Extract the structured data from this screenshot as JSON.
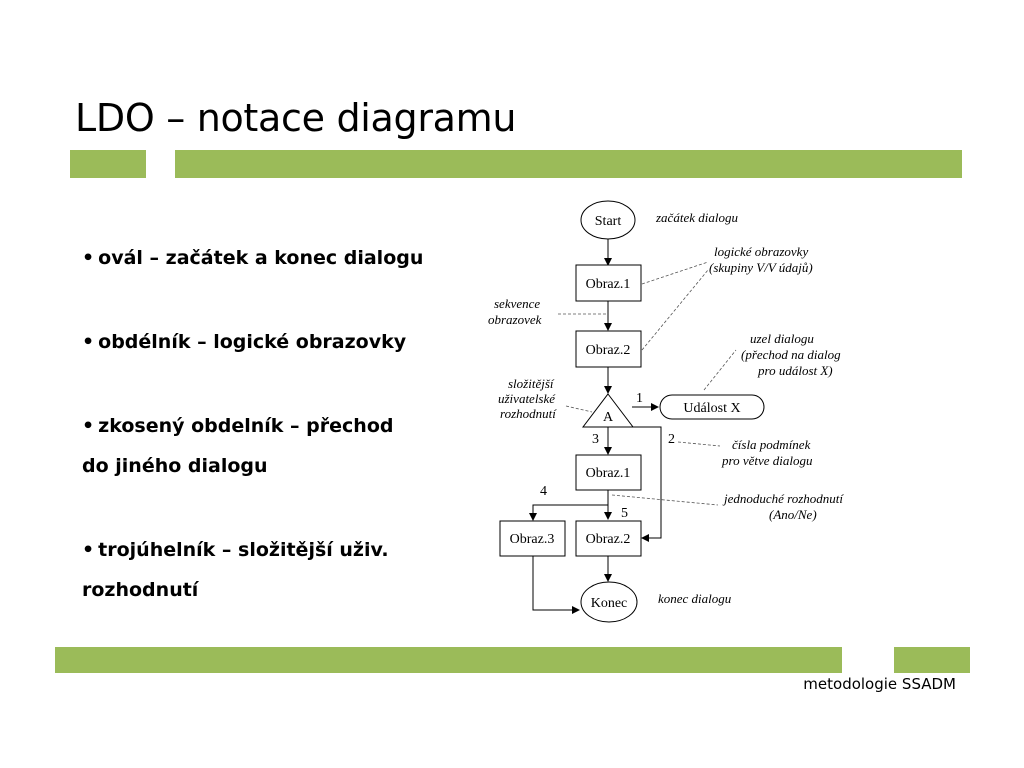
{
  "slide": {
    "title": "LDO – notace diagramu",
    "footer": "metodologie SSADM",
    "accent_color": "#9bbb59"
  },
  "bullets": [
    {
      "line1": "ovál – začátek a konec dialogu",
      "line2": ""
    },
    {
      "line1": "obdélník – logické obrazovky",
      "line2": ""
    },
    {
      "line1": "zkosený obdelník – přechod",
      "line2": "do jiného dialogu"
    },
    {
      "line1": "trojúhelník – složitější uživ.",
      "line2": "rozhodnutí"
    }
  ],
  "diagram": {
    "nodes": {
      "start": "Start",
      "obraz1_top": "Obraz.1",
      "obraz2_top": "Obraz.2",
      "decision": "A",
      "udalost": "Událost X",
      "obraz1_mid": "Obraz.1",
      "obraz3": "Obraz.3",
      "obraz2_bottom": "Obraz.2",
      "konec": "Konec"
    },
    "numbers": {
      "n1": "1",
      "n2": "2",
      "n3": "3",
      "n4": "4",
      "n5": "5"
    },
    "annotations": {
      "zacatek": "začátek dialogu",
      "logicke_1": "logické obrazovky",
      "logicke_2": "(skupiny V/V údajů)",
      "sekvence_1": "sekvence",
      "sekvence_2": "obrazovek",
      "uzel_1": "uzel dialogu",
      "uzel_2": "(přechod na dialog",
      "uzel_3": "pro událost X)",
      "slozitejsi_1": "složitější",
      "slozitejsi_2": "uživatelské",
      "slozitejsi_3": "rozhodnutí",
      "cisla_1": "čísla podmínek",
      "cisla_2": "pro větve dialogu",
      "jednoduche_1": "jednoduché rozhodnutí",
      "jednoduche_2": "(Ano/Ne)",
      "konec": "konec dialogu"
    }
  }
}
